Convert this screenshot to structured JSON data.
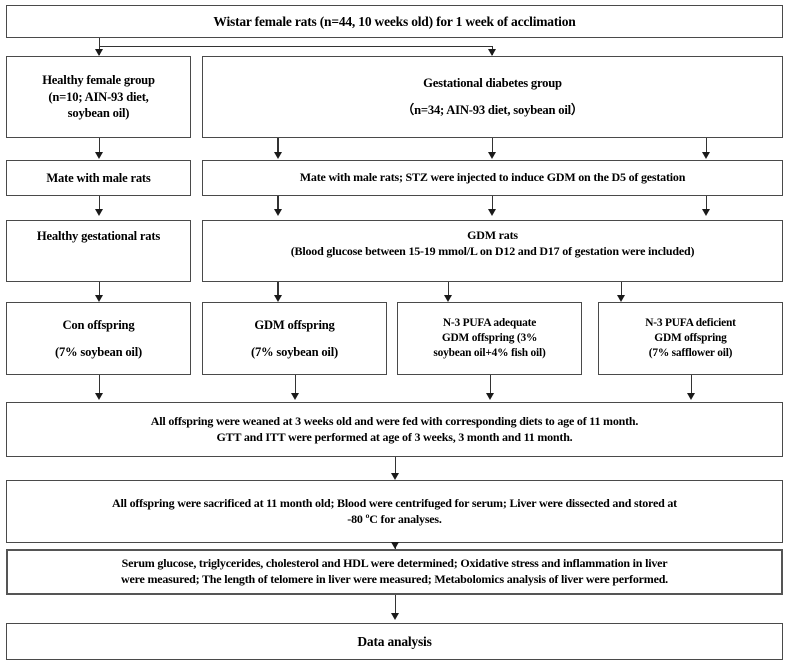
{
  "diagram": {
    "title": "Experimental study design flowchart",
    "type": "flowchart",
    "colors": {
      "box_border": "#4a4a4a",
      "connector": "#333333",
      "background": "#ffffff",
      "text": "#000000"
    }
  },
  "nodes": {
    "acclimation": {
      "line1": "Wistar female rats  (n=44, 10 weeks old)  for 1 week of  acclimation"
    },
    "healthy_female_group": {
      "line1": "Healthy female group",
      "line2": "(n=10; AIN-93 diet,",
      "line3": "soybean oil)"
    },
    "gestational_diabetes_group": {
      "line1": "Gestational diabetes group",
      "line2": "（n=34; AIN-93 diet, soybean oil）"
    },
    "mate_healthy": {
      "line1": "Mate with male rats"
    },
    "mate_gdm": {
      "line1": "Mate with male rats; STZ were injected to induce GDM  on the D5 of gestation"
    },
    "healthy_gestational_rats": {
      "line1": "Healthy gestational rats"
    },
    "gdm_rats": {
      "line1": "GDM rats",
      "line2": "(Blood glucose between 15-19 mmol/L on D12 and D17 of  gestation were included)"
    },
    "con_offspring": {
      "line1": "Con offspring",
      "line2": "(7% soybean oil)"
    },
    "gdm_offspring": {
      "line1": "GDM offspring",
      "line2": "(7% soybean oil)"
    },
    "pufa_adequate": {
      "line1": "N-3 PUFA adequate",
      "line2": "GDM offspring (3%",
      "line3": "soybean oil+4% fish oil)"
    },
    "pufa_deficient": {
      "line1": "N-3 PUFA deficient",
      "line2": "GDM offspring",
      "line3": "(7% safflower oil)"
    },
    "weaning": {
      "line1": "All offspring were weaned at 3 weeks old and were fed with corresponding diets to age of 11 month.",
      "line2": "GTT and ITT were performed at age of 3 weeks, 3 month and 11 month."
    },
    "sacrifice": {
      "line1": "All offspring were sacrificed at 11 month old; Blood were centrifuged for serum; Liver were dissected and stored at",
      "line2": "-80 ºC for analyses."
    },
    "measurements": {
      "line1": "Serum glucose, triglycerides, cholesterol and HDL were determined; Oxidative stress and inflammation in liver",
      "line2": "were measured; The length of telomere in liver were measured; Metabolomics analysis of liver were performed."
    },
    "data_analysis": {
      "line1": "Data analysis"
    }
  }
}
